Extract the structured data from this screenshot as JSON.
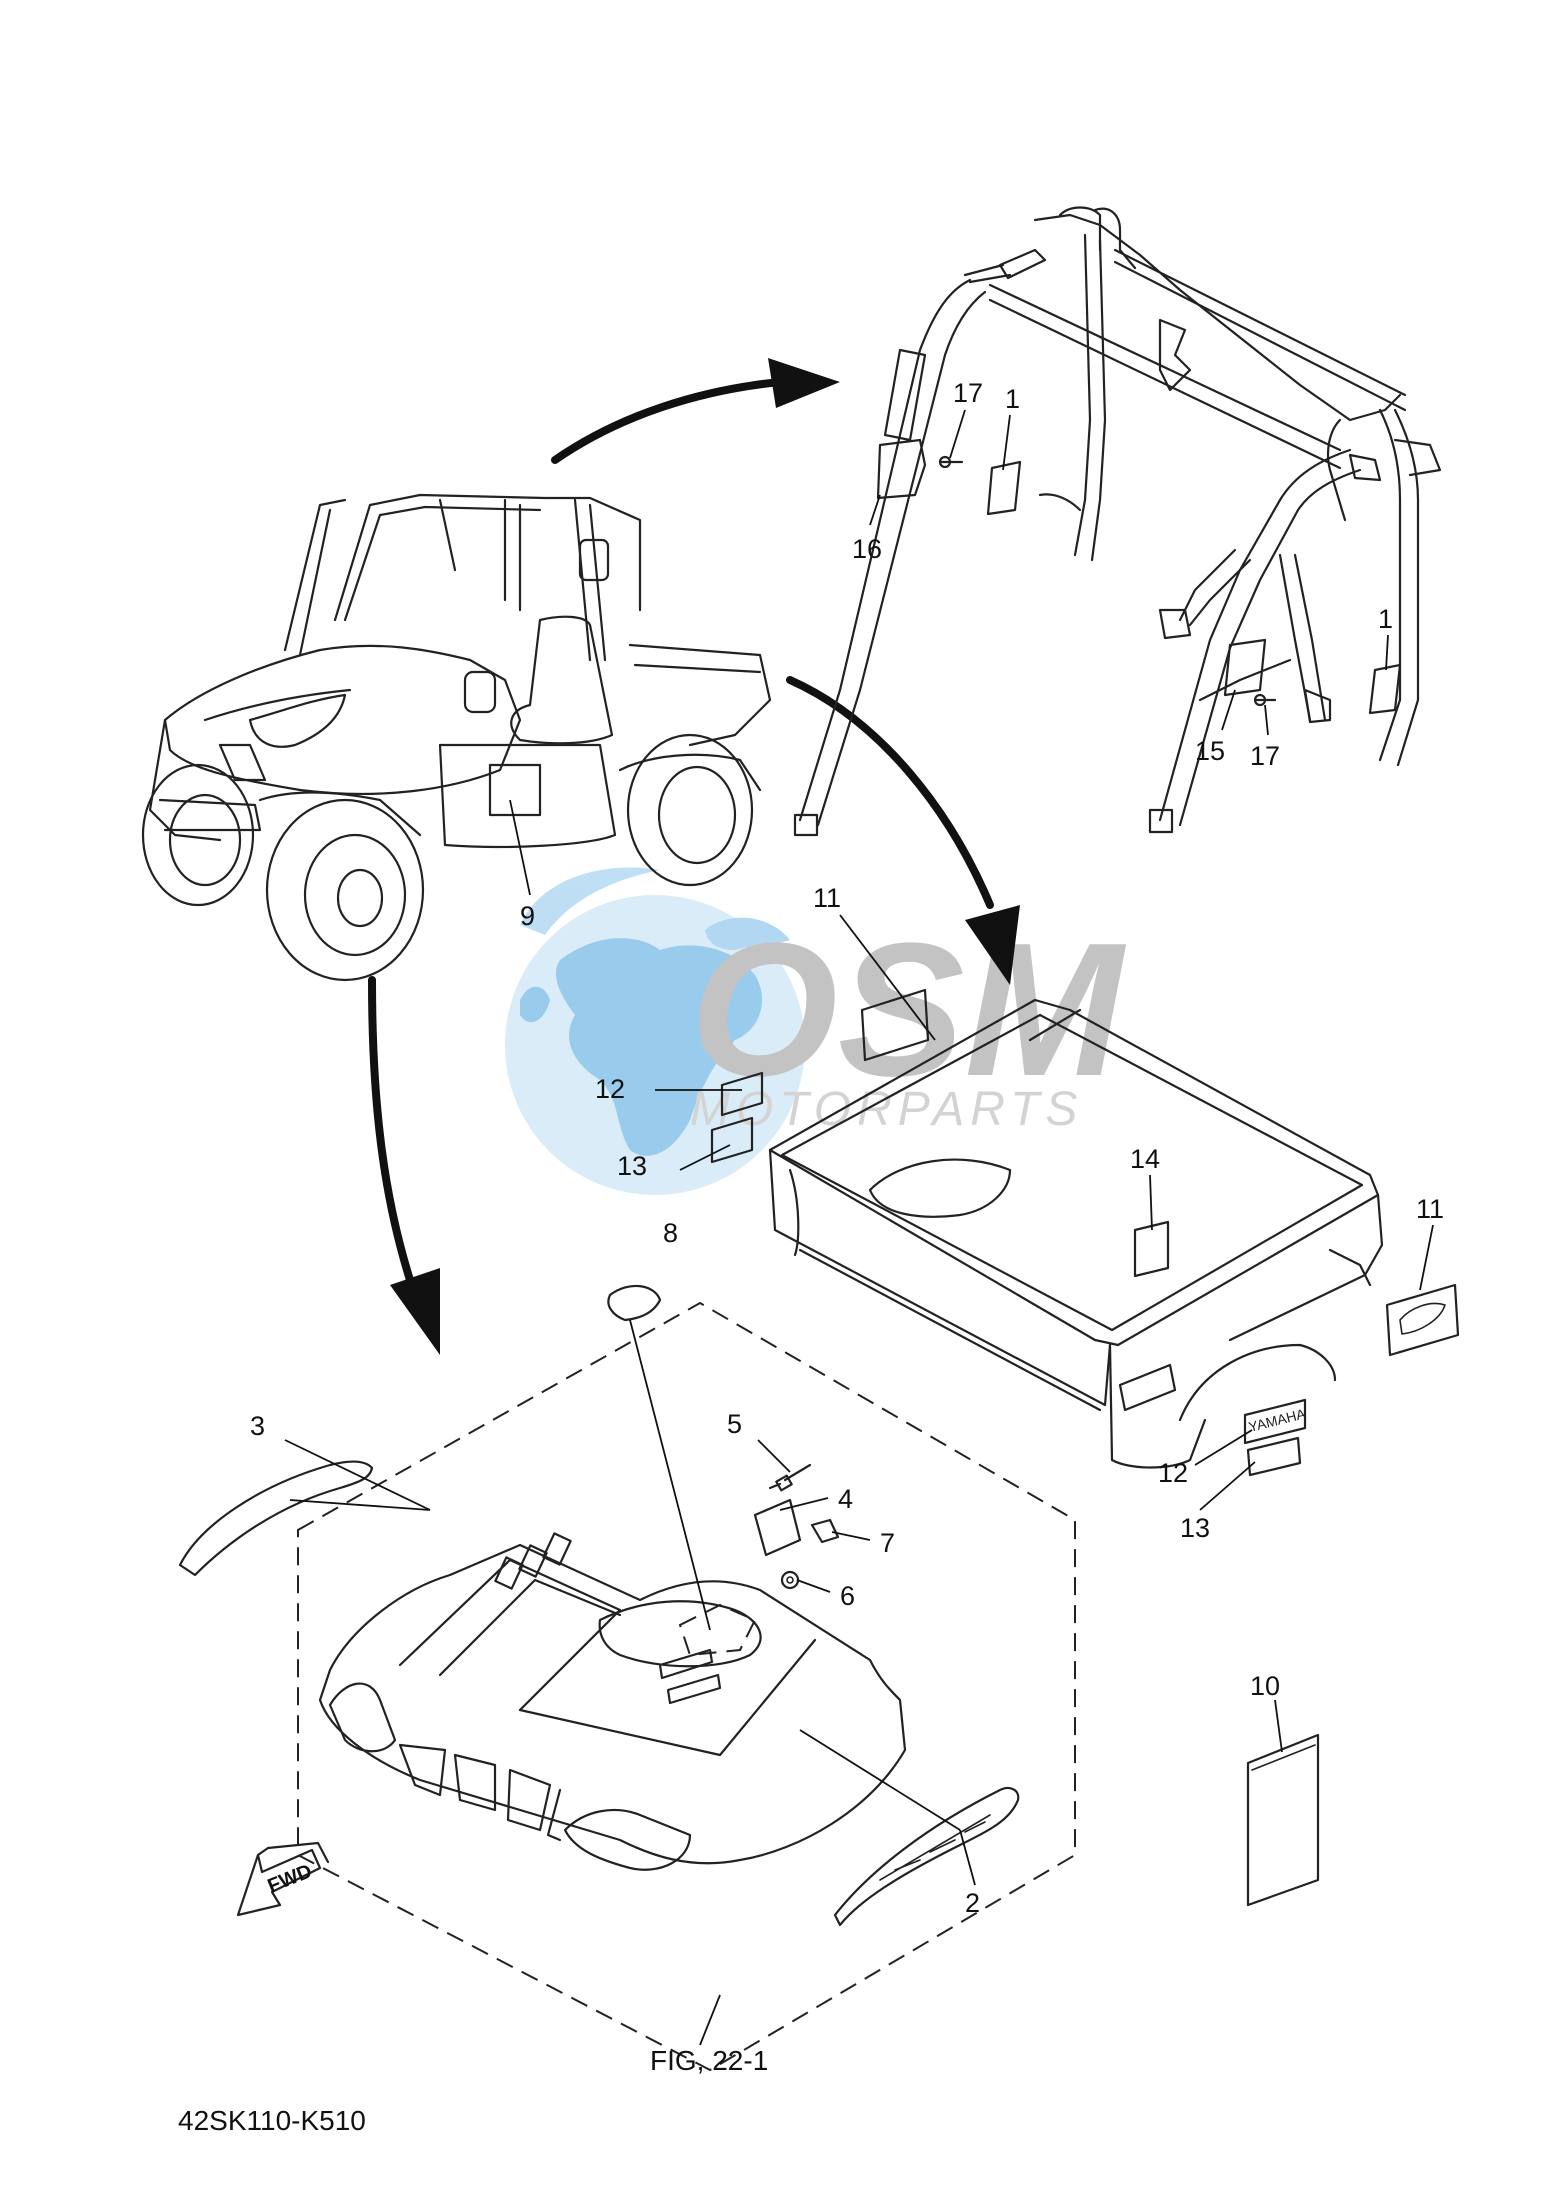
{
  "watermark": {
    "brand": "OSM",
    "tagline": "MOTORPARTS",
    "colors": {
      "globe": "#7fbfea",
      "globe_light": "#b9ddf4",
      "text": "#bdbdbd"
    }
  },
  "callouts": {
    "c1a": "1",
    "c1b": "1",
    "c2": "2",
    "c3": "3",
    "c4": "4",
    "c5": "5",
    "c6": "6",
    "c7": "7",
    "c8": "8",
    "c9": "9",
    "c10": "10",
    "c11a": "11",
    "c11b": "11",
    "c12a": "12",
    "c12b": "12",
    "c13a": "13",
    "c13b": "13",
    "c14": "14",
    "c15": "15",
    "c16": "16",
    "c17a": "17",
    "c17b": "17"
  },
  "fig_reference": "FIG, 22-1",
  "fwd_label": "FWD",
  "diagram_code": "42SK110-K510"
}
